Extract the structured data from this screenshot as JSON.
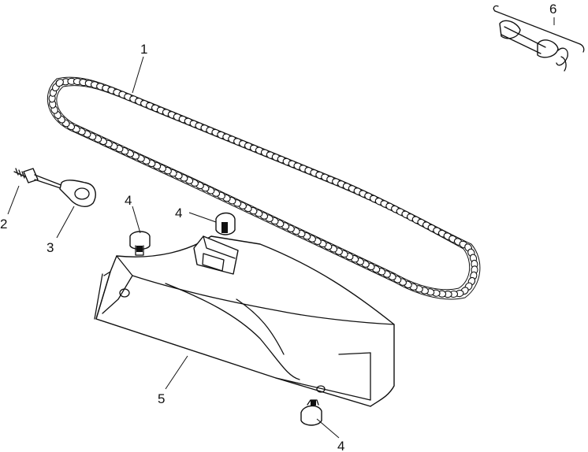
{
  "callouts": [
    {
      "id": "1",
      "text": "1"
    },
    {
      "id": "2",
      "text": "2"
    },
    {
      "id": "3",
      "text": "3"
    },
    {
      "id": "4a",
      "text": "4"
    },
    {
      "id": "4b",
      "text": "4"
    },
    {
      "id": "4c",
      "text": "4"
    },
    {
      "id": "5",
      "text": "5"
    },
    {
      "id": "6",
      "text": "6"
    }
  ]
}
